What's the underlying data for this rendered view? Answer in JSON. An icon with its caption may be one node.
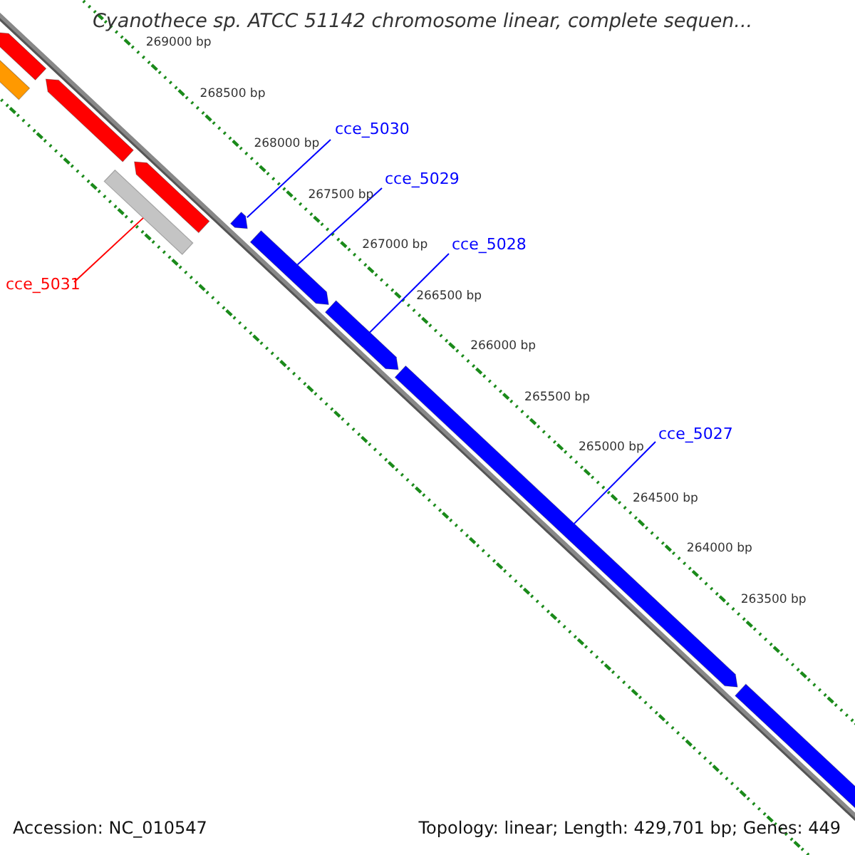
{
  "diagram": {
    "title": "Cyanothece sp. ATCC 51142 chromosome linear, complete sequen...",
    "nodes": [
      {
        "text": [
          "cce_5030"
        ]
      },
      {
        "text": [
          "cce_5029"
        ]
      },
      {
        "text": [
          "cce_5028"
        ]
      },
      {
        "text": [
          "cce_5031"
        ]
      },
      {
        "text": [
          "cce_5027"
        ]
      },
      {
        "text": [],
        "shape": "pentagon"
      },
      {
        "text": [],
        "shape": "bar"
      },
      {
        "text": [],
        "shape": "pentagon"
      },
      {
        "text": [],
        "shape": "pentagon"
      },
      {
        "text": [],
        "shape": "bar"
      },
      {
        "text": [],
        "shape": "pentagon"
      },
      {
        "text": [],
        "shape": "pentagon"
      },
      {
        "text": [],
        "shape": "pentagon"
      },
      {
        "text": [],
        "shape": "pentagon"
      },
      {
        "text": [],
        "shape": "pentagon"
      }
    ],
    "edges": [
      {
        "from": 0,
        "to": 10,
        "arrow": "none"
      },
      {
        "from": 1,
        "to": 11,
        "arrow": "none"
      },
      {
        "from": 2,
        "to": 12,
        "arrow": "none"
      },
      {
        "from": 3,
        "to": 9,
        "arrow": "none",
        "color": "#ff0000"
      },
      {
        "from": 4,
        "to": 13,
        "arrow": "none"
      }
    ],
    "labels": [
      "269000 bp",
      "268500 bp",
      "268000 bp",
      "267500 bp",
      "267000 bp",
      "266500 bp",
      "266000 bp",
      "265500 bp",
      "265000 bp",
      "264500 bp",
      "264000 bp",
      "263500 bp",
      "Accession: NC_010547",
      "Topology: linear; Length: 429,701 bp; Genes: 449"
    ]
  }
}
